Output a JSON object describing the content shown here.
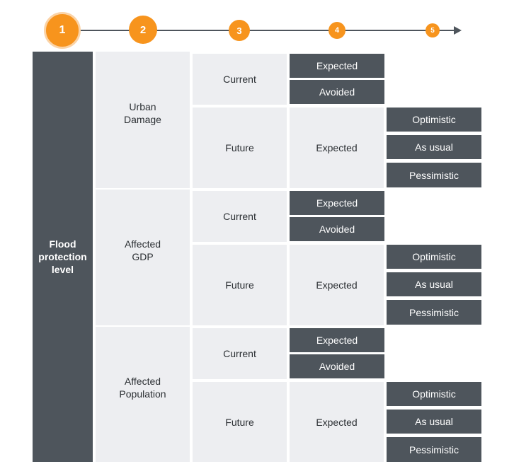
{
  "steps": [
    "1",
    "2",
    "3",
    "4",
    "5"
  ],
  "root": {
    "label": "Flood\nprotection\nlevel"
  },
  "categories": [
    {
      "label": "Urban\nDamage"
    },
    {
      "label": "Affected\nGDP"
    },
    {
      "label": "Affected\nPopulation"
    }
  ],
  "timeframes": {
    "current": "Current",
    "future": "Future"
  },
  "estimates": {
    "expected": "Expected",
    "avoided": "Avoided"
  },
  "scenarios": [
    "Optimistic",
    "As usual",
    "Pessimistic"
  ],
  "colors": {
    "accent": "#f7941d",
    "dark": "#4e555c",
    "light": "#edeef1"
  }
}
